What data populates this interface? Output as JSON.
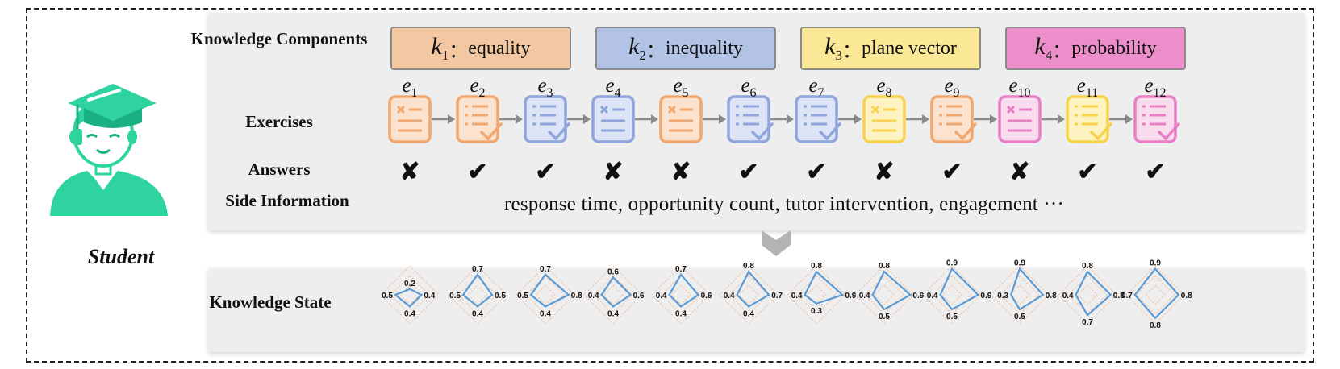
{
  "student": {
    "label": "Student"
  },
  "rows": {
    "knowledge_components": "Knowledge Components",
    "exercises": "Exercises",
    "answers": "Answers",
    "side_information": "Side Information",
    "knowledge_state": "Knowledge State"
  },
  "knowledge_components": [
    {
      "symbol": "k",
      "index": "1",
      "name": "equality",
      "color": "#f4c7a3"
    },
    {
      "symbol": "k",
      "index": "2",
      "name": "inequality",
      "color": "#b3c3e6"
    },
    {
      "symbol": "k",
      "index": "3",
      "name": "plane vector",
      "color": "#fbe897"
    },
    {
      "symbol": "k",
      "index": "4",
      "name": "probability",
      "color": "#eb8ec9"
    }
  ],
  "kc_separator": "：",
  "exercises": [
    {
      "label": "e",
      "index": "1",
      "kc": 0,
      "type": "wrong",
      "answer": "✘"
    },
    {
      "label": "e",
      "index": "2",
      "kc": 0,
      "type": "correct",
      "answer": "✔"
    },
    {
      "label": "e",
      "index": "3",
      "kc": 1,
      "type": "correct",
      "answer": "✔"
    },
    {
      "label": "e",
      "index": "4",
      "kc": 1,
      "type": "wrong",
      "answer": "✘"
    },
    {
      "label": "e",
      "index": "5",
      "kc": 0,
      "type": "wrong",
      "answer": "✘"
    },
    {
      "label": "e",
      "index": "6",
      "kc": 1,
      "type": "correct",
      "answer": "✔"
    },
    {
      "label": "e",
      "index": "7",
      "kc": 1,
      "type": "correct",
      "answer": "✔"
    },
    {
      "label": "e",
      "index": "8",
      "kc": 2,
      "type": "wrong",
      "answer": "✘"
    },
    {
      "label": "e",
      "index": "9",
      "kc": 0,
      "type": "correct",
      "answer": "✔"
    },
    {
      "label": "e",
      "index": "10",
      "kc": 3,
      "type": "wrong",
      "answer": "✘"
    },
    {
      "label": "e",
      "index": "11",
      "kc": 2,
      "type": "correct",
      "answer": "✔"
    },
    {
      "label": "e",
      "index": "12",
      "kc": 3,
      "type": "correct",
      "answer": "✔"
    }
  ],
  "exercise_colors": {
    "orange": {
      "stroke": "#f0a870",
      "fill": "#fbe3cf",
      "mark": "#f0a870"
    },
    "blue": {
      "stroke": "#8fa5dc",
      "fill": "#dde4f6",
      "mark": "#8fa5dc"
    },
    "yellow": {
      "stroke": "#f7d24a",
      "fill": "#fdf3c2",
      "mark": "#f7d24a"
    },
    "pink": {
      "stroke": "#ea7fc6",
      "fill": "#f9dcee",
      "mark": "#ea7fc6"
    }
  },
  "side_information_text": "response time, opportunity count, tutor intervention, engagement ···",
  "knowledge_states": [
    {
      "top": "0.2",
      "right": "0.4",
      "bottom": "0.4",
      "left": "0.5",
      "values": [
        0.2,
        0.4,
        0.4,
        0.5
      ]
    },
    {
      "top": "0.7",
      "right": "0.5",
      "bottom": "0.4",
      "left": "0.5",
      "values": [
        0.7,
        0.5,
        0.4,
        0.5
      ]
    },
    {
      "top": "0.7",
      "right": "0.8",
      "bottom": "0.4",
      "left": "0.5",
      "values": [
        0.7,
        0.8,
        0.4,
        0.5
      ]
    },
    {
      "top": "0.6",
      "right": "0.6",
      "bottom": "0.4",
      "left": "0.4",
      "values": [
        0.6,
        0.6,
        0.4,
        0.4
      ]
    },
    {
      "top": "0.7",
      "right": "0.6",
      "bottom": "0.4",
      "left": "0.4",
      "values": [
        0.7,
        0.6,
        0.4,
        0.4
      ]
    },
    {
      "top": "0.8",
      "right": "0.7",
      "bottom": "0.4",
      "left": "0.4",
      "values": [
        0.8,
        0.7,
        0.4,
        0.4
      ]
    },
    {
      "top": "0.8",
      "right": "0.9",
      "bottom": "0.3",
      "left": "0.4",
      "values": [
        0.8,
        0.9,
        0.3,
        0.4
      ]
    },
    {
      "top": "0.8",
      "right": "0.9",
      "bottom": "0.5",
      "left": "0.4",
      "values": [
        0.8,
        0.9,
        0.5,
        0.4
      ]
    },
    {
      "top": "0.9",
      "right": "0.9",
      "bottom": "0.5",
      "left": "0.4",
      "values": [
        0.9,
        0.9,
        0.5,
        0.4
      ]
    },
    {
      "top": "0.9",
      "right": "0.8",
      "bottom": "0.5",
      "left": "0.3",
      "values": [
        0.9,
        0.8,
        0.5,
        0.3
      ]
    },
    {
      "top": "0.8",
      "right": "0.8",
      "bottom": "0.7",
      "left": "0.4",
      "values": [
        0.8,
        0.8,
        0.7,
        0.4
      ]
    },
    {
      "top": "0.9",
      "right": "0.8",
      "bottom": "0.8",
      "left": "0.7",
      "values": [
        0.9,
        0.8,
        0.8,
        0.7
      ]
    }
  ],
  "colors": {
    "student": "#2fd3a0",
    "student_dark": "#19b184",
    "arrow": "#8a8a8a",
    "down_arrow": "#b3b3b3",
    "radar_grid": "#f4b183",
    "radar_line": "#5b9bd5"
  }
}
